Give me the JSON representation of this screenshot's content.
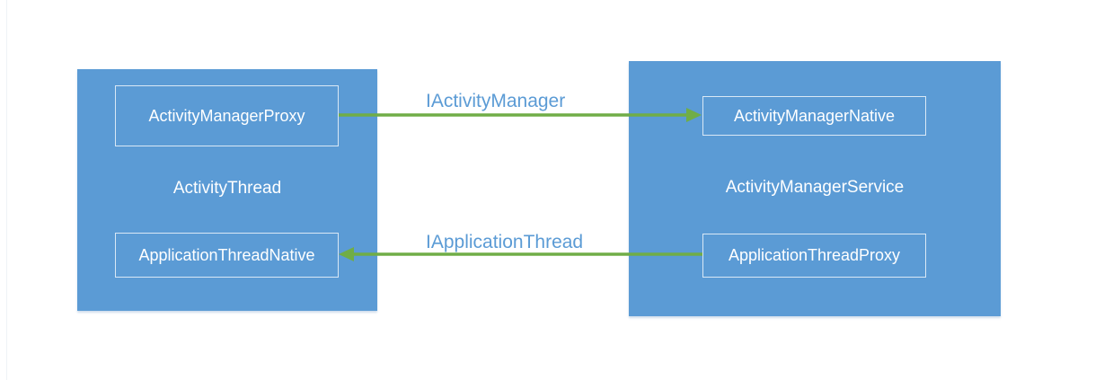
{
  "left_component": {
    "label": "ActivityThread",
    "top_item": "ActivityManagerProxy",
    "bottom_item": "ApplicationThreadNative"
  },
  "right_component": {
    "label": "ActivityManagerService",
    "top_item": "ActivityManagerNative",
    "bottom_item": "ApplicationThreadProxy"
  },
  "connections": {
    "top": {
      "label": "IActivityManager",
      "direction": "left-to-right"
    },
    "bottom": {
      "label": "IApplicationThread",
      "direction": "right-to-left"
    }
  },
  "colors": {
    "box_fill": "#5b9bd5",
    "arrow": "#70ad47",
    "arrow_label": "#5b9bd5",
    "text": "#ffffff"
  }
}
